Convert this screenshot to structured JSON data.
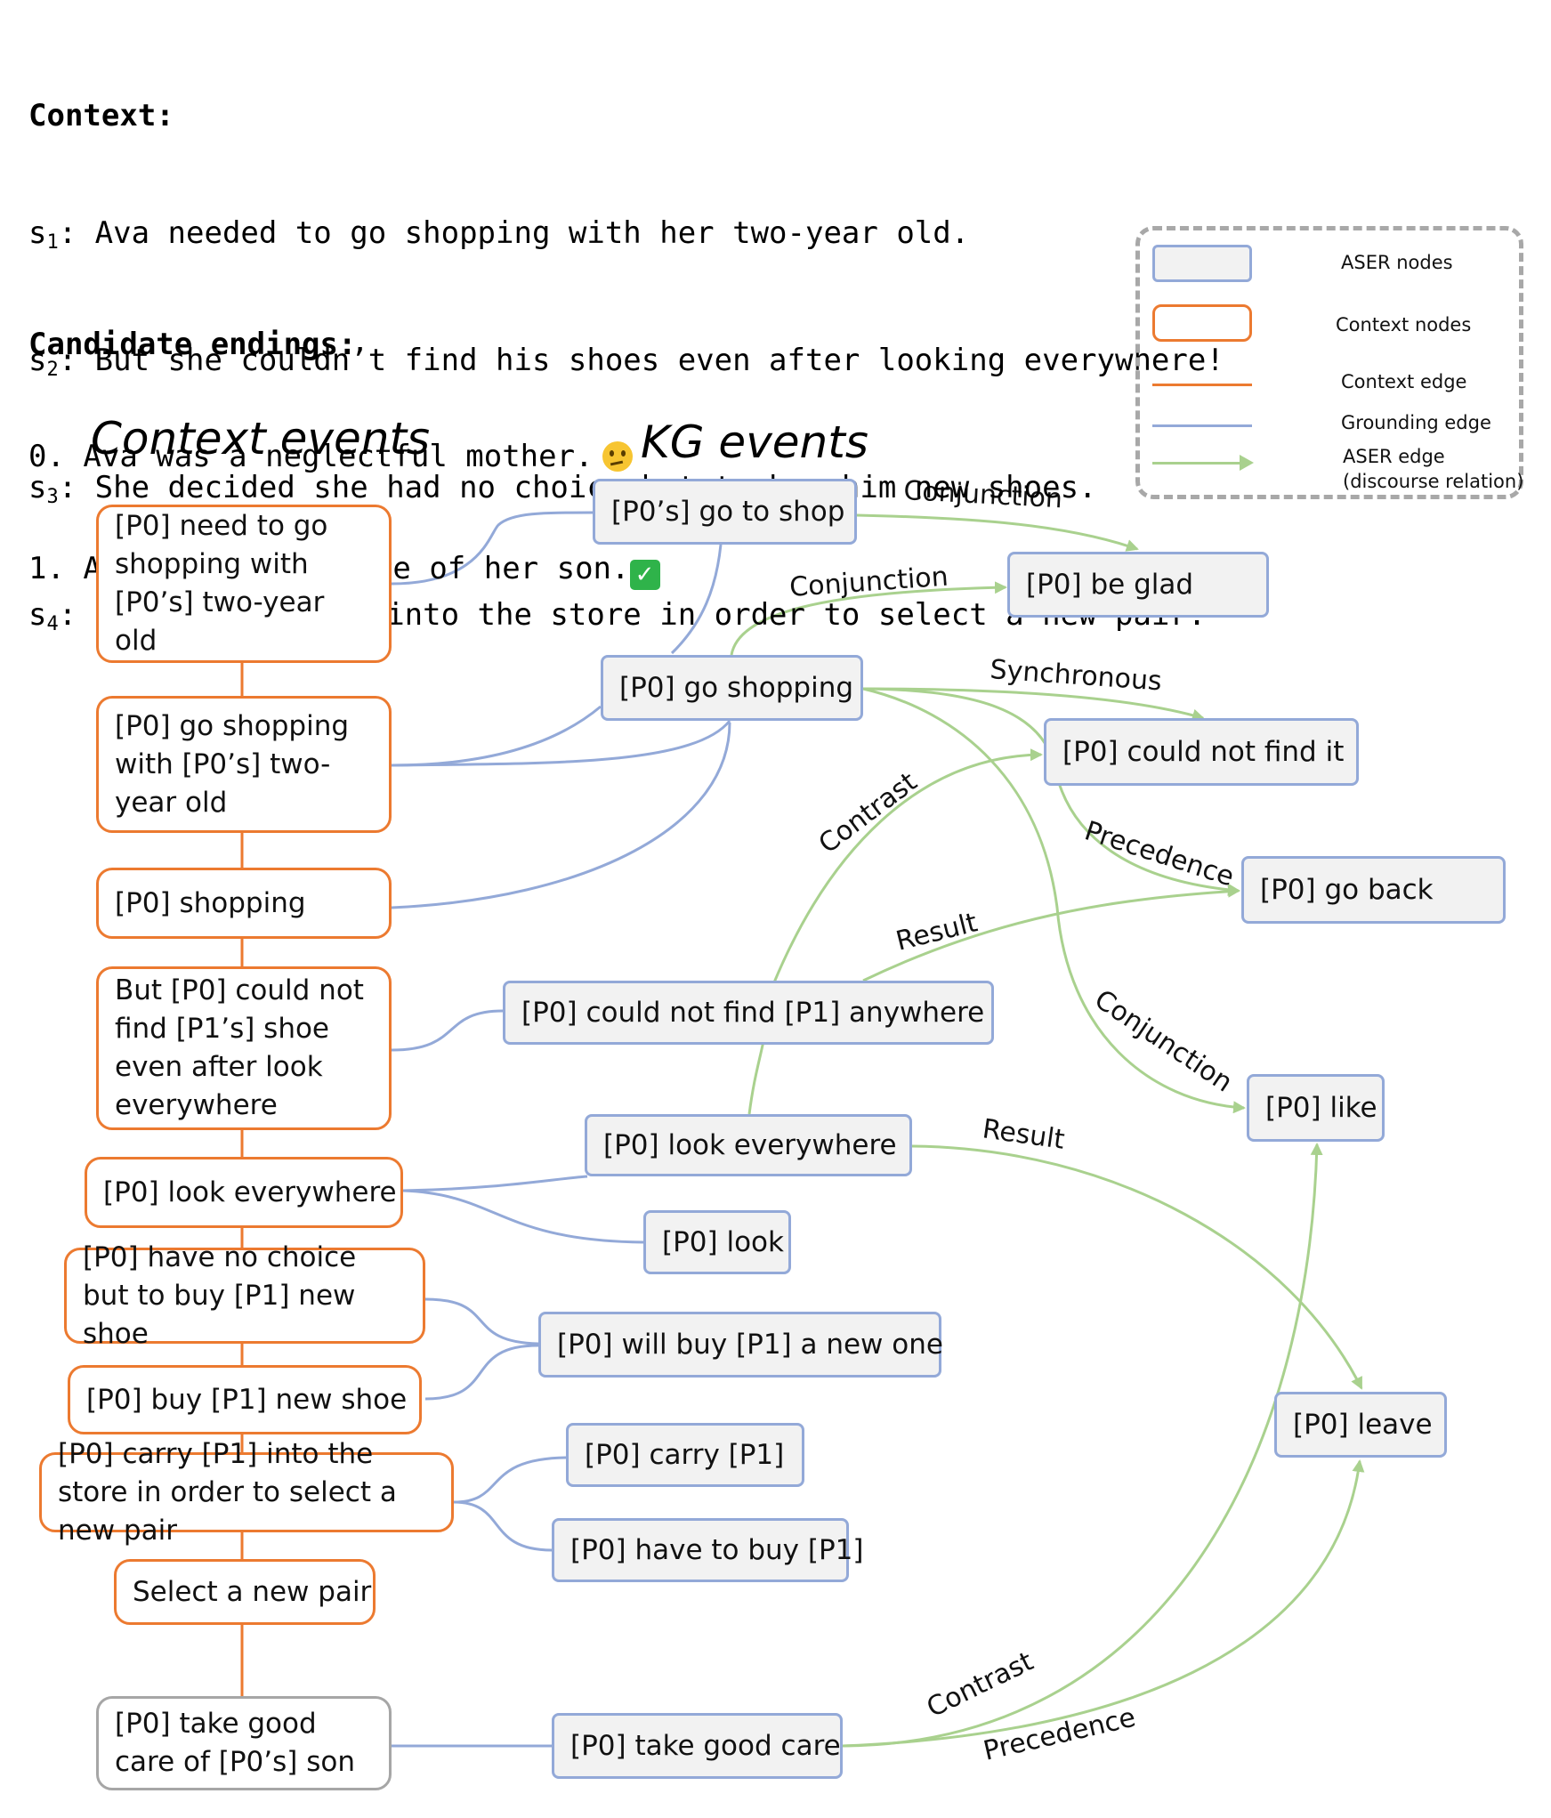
{
  "context": {
    "header": "Context:",
    "sentences": [
      {
        "label": "s",
        "sub": "1",
        "text": ": Ava needed to go shopping with her two-year old."
      },
      {
        "label": "s",
        "sub": "2",
        "text": ": But she couldn’t find his shoes even after looking everywhere!"
      },
      {
        "label": "s",
        "sub": "3",
        "text": ": She decided she had no choice but to buy him new shoes."
      },
      {
        "label": "s",
        "sub": "4",
        "text": ": She carried him into the store in order to select a new pair."
      }
    ]
  },
  "endings": {
    "header": "Candidate endings:",
    "items": [
      {
        "text": "0. Ava was a neglectful mother.",
        "icon": "thinking-face-icon"
      },
      {
        "text": "1. Ava took good care of her son.",
        "icon": "check-mark-icon"
      }
    ]
  },
  "columns": {
    "context_title": "Context events",
    "kg_title": "KG events"
  },
  "legend": {
    "aser_nodes": "ASER nodes",
    "context_nodes": "Context nodes",
    "context_edge": "Context edge",
    "grounding_edge": "Grounding edge",
    "aser_edge_line1": "ASER edge",
    "aser_edge_line2": "(discourse relation)"
  },
  "colors": {
    "context": "#ec7a30",
    "grounding": "#93a9d8",
    "aser": "#a9d18e",
    "neutral": "#a6a6a6"
  },
  "context_nodes": [
    {
      "id": "c1",
      "text": "[P0] need to go shopping with [P0’s] two-year old"
    },
    {
      "id": "c2",
      "text": "[P0] go shopping with [P0’s] two-year old"
    },
    {
      "id": "c3",
      "text": "[P0] shopping"
    },
    {
      "id": "c4",
      "text": "But [P0] could not find [P1’s] shoe even after look everywhere"
    },
    {
      "id": "c5",
      "text": "[P0] look everywhere"
    },
    {
      "id": "c6",
      "text": "[P0] have no choice but to buy [P1] new shoe"
    },
    {
      "id": "c7",
      "text": "[P0] buy [P1] new shoe"
    },
    {
      "id": "c8",
      "text": "[P0] carry [P1] into the store in order to select a new pair"
    },
    {
      "id": "c9",
      "text": "Select a new pair"
    },
    {
      "id": "c10",
      "text": "[P0] take good care of [P0’s] son"
    }
  ],
  "kg_nodes": [
    {
      "id": "k1",
      "text": "[P0’s] go to shop"
    },
    {
      "id": "k2",
      "text": "[P0] be glad"
    },
    {
      "id": "k3",
      "text": "[P0] go shopping"
    },
    {
      "id": "k4",
      "text": "[P0] could not find it"
    },
    {
      "id": "k5",
      "text": "[P0] go back"
    },
    {
      "id": "k6",
      "text": "[P0] could not find [P1] anywhere"
    },
    {
      "id": "k7",
      "text": "[P0] like"
    },
    {
      "id": "k8",
      "text": "[P0] look everywhere"
    },
    {
      "id": "k9",
      "text": "[P0] look"
    },
    {
      "id": "k10",
      "text": "[P0] will buy [P1] a new one"
    },
    {
      "id": "k11",
      "text": "[P0] leave"
    },
    {
      "id": "k12",
      "text": "[P0] carry [P1]"
    },
    {
      "id": "k13",
      "text": "[P0] have to buy [P1]"
    },
    {
      "id": "k14",
      "text": "[P0] take good care"
    }
  ],
  "edge_labels": [
    {
      "id": "e1",
      "text": "Conjunction"
    },
    {
      "id": "e2",
      "text": "Conjunction"
    },
    {
      "id": "e3",
      "text": "Synchronous"
    },
    {
      "id": "e4",
      "text": "Contrast"
    },
    {
      "id": "e5",
      "text": "Precedence"
    },
    {
      "id": "e6",
      "text": "Result"
    },
    {
      "id": "e7",
      "text": "Conjunction"
    },
    {
      "id": "e8",
      "text": "Result"
    },
    {
      "id": "e9",
      "text": "Contrast"
    },
    {
      "id": "e10",
      "text": "Precedence"
    }
  ]
}
